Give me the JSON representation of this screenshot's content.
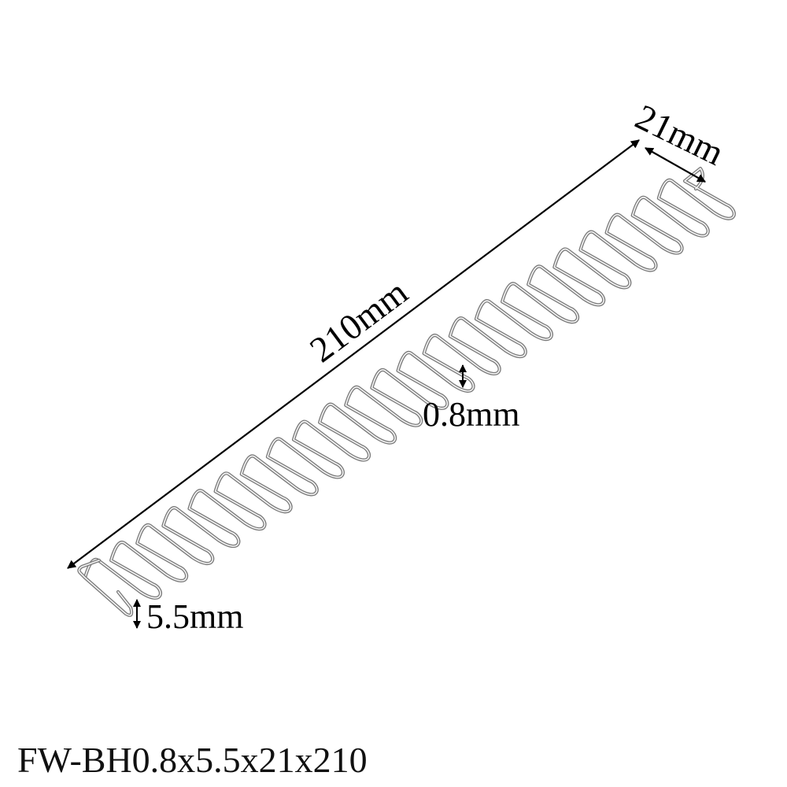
{
  "dimensions": {
    "length": "210mm",
    "width": "21mm",
    "wire_diameter": "0.8mm",
    "height": "5.5mm"
  },
  "model_code": "FW-BH0.8x5.5x21x210",
  "colors": {
    "wire_outer": "#7a7a7a",
    "wire_inner": "#f4f4f4",
    "dimension_line": "#000000",
    "background": "#ffffff"
  }
}
